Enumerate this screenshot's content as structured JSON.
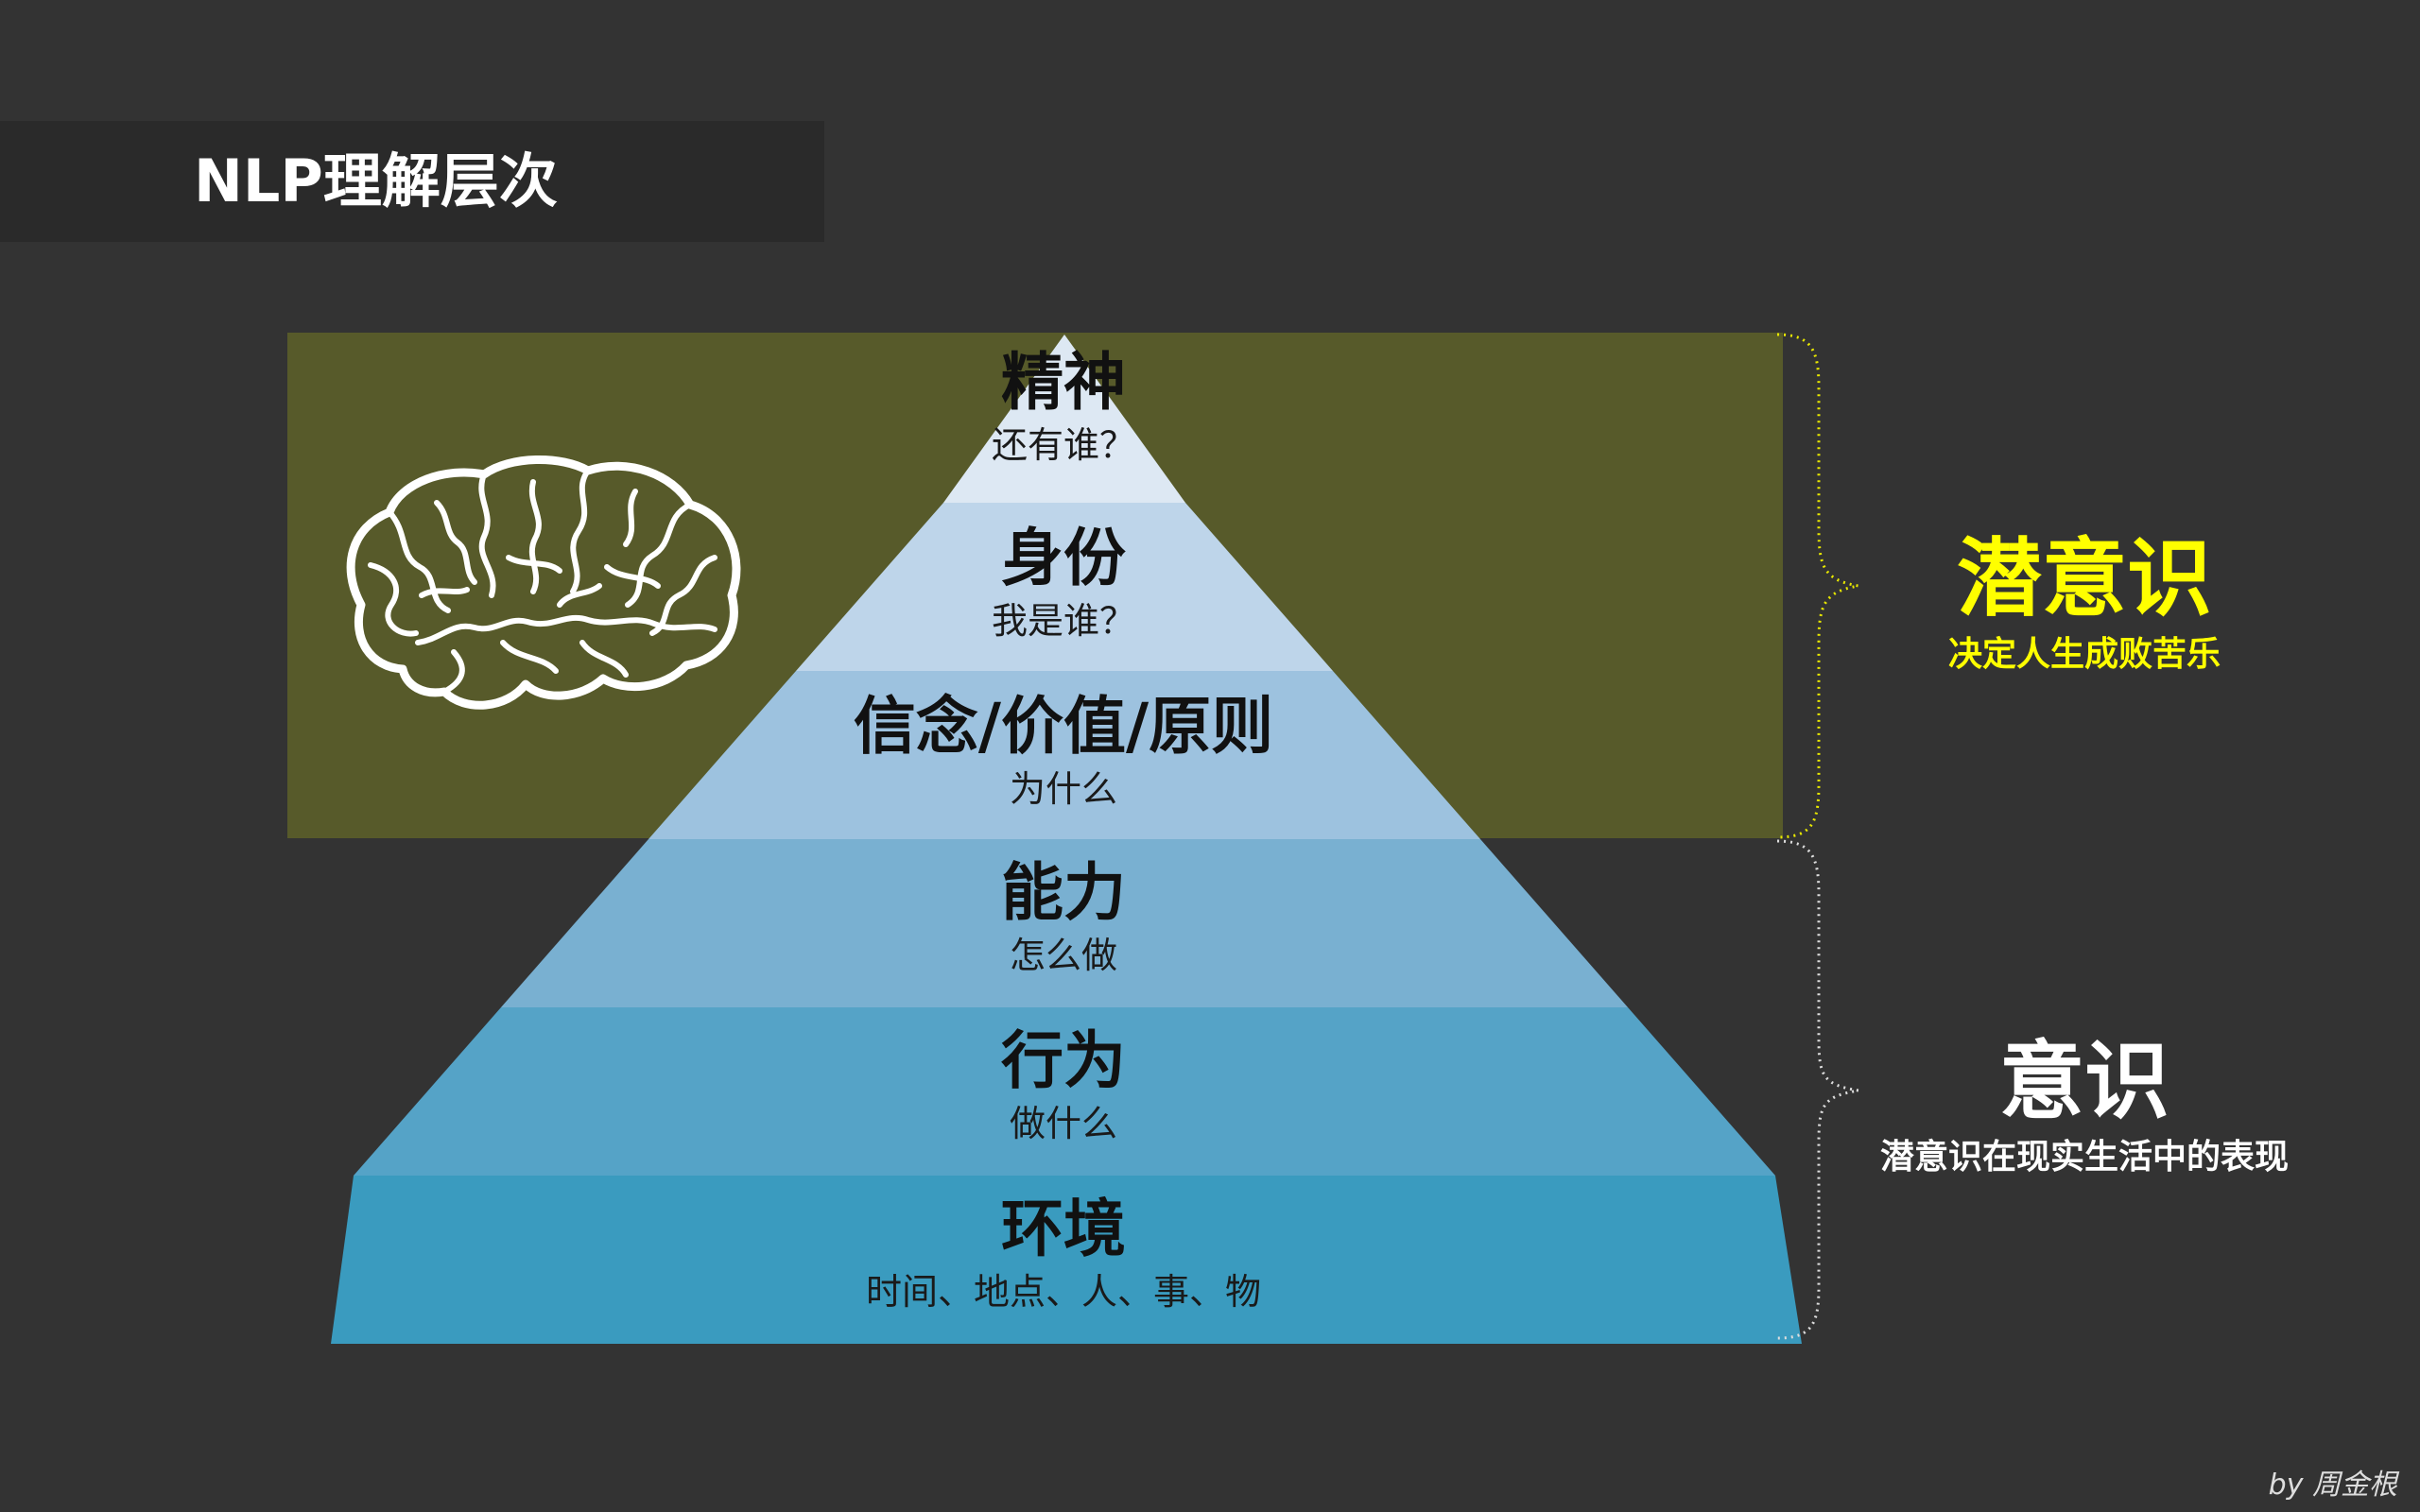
{
  "title": "NLP理解层次",
  "layers": [
    {
      "title": "精神",
      "subtitle": "还有谁？",
      "color": "#dde8f3"
    },
    {
      "title": "身份",
      "subtitle": "我是谁？",
      "color": "#bed5ea"
    },
    {
      "title": "信念/价值/原则",
      "subtitle": "为什么",
      "color": "#9dc2df"
    },
    {
      "title": "能力",
      "subtitle": "怎么做",
      "color": "#79b0d1"
    },
    {
      "title": "行为",
      "subtitle": "做什么",
      "color": "#55a3c7"
    },
    {
      "title": "环境",
      "subtitle": "时间、地点、人、事、物",
      "color": "#3a9bbf"
    }
  ],
  "subconscious": {
    "title": "潜意识",
    "subtitle": "决定人生成败苦乐",
    "color": "#ffff00"
  },
  "conscious": {
    "title": "意识",
    "subtitle": "潜意识在现实生活中的表现",
    "color": "#ffffff"
  },
  "icons": {
    "brain": "brain-icon"
  },
  "author": "by 周金根"
}
